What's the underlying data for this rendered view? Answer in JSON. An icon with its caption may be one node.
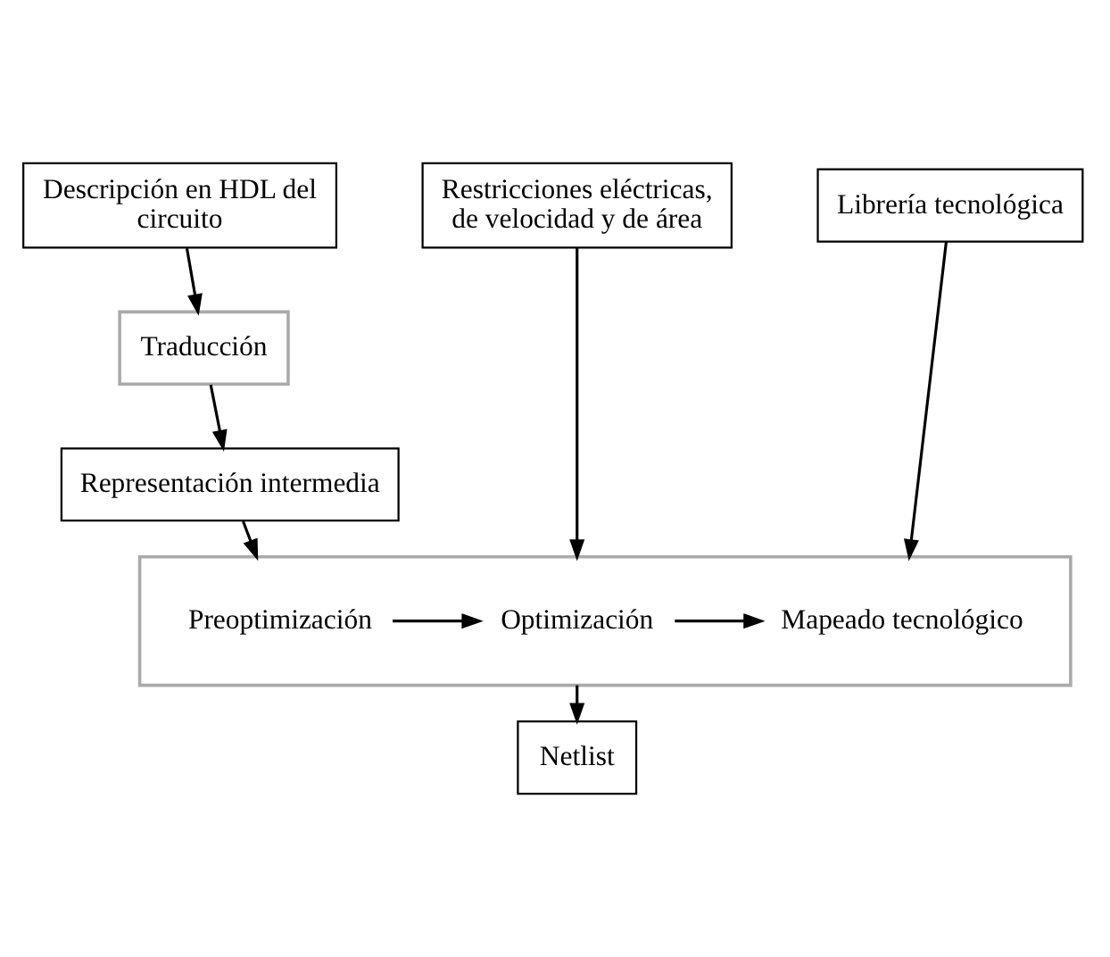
{
  "diagram": {
    "nodes": [
      {
        "text": [
          "Descripción en HDL del circuito"
        ]
      },
      {
        "text": [
          "Restricciones eléctricas, de velocidad y de área"
        ]
      },
      {
        "text": [
          "Librería tecnológica"
        ]
      },
      {
        "text": [
          "Traducción"
        ]
      },
      {
        "text": [
          "Representación intermedia"
        ]
      },
      {
        "text": [],
        "shape": "box"
      },
      {
        "text": [
          "Preoptimización"
        ],
        "in": 5
      },
      {
        "text": [
          "Optimización"
        ],
        "in": 5
      },
      {
        "text": [
          "Mapeado tecnológico"
        ],
        "in": 5
      },
      {
        "text": [
          "Netlist"
        ]
      }
    ],
    "edges": [
      {
        "from": 0,
        "to": 3,
        "arrow": "to"
      },
      {
        "from": 3,
        "to": 4,
        "arrow": "to"
      },
      {
        "from": 4,
        "to": 5,
        "arrow": "to"
      },
      {
        "from": 1,
        "to": 5,
        "arrow": "to"
      },
      {
        "from": 2,
        "to": 5,
        "arrow": "to"
      },
      {
        "from": 6,
        "to": 7,
        "arrow": "to"
      },
      {
        "from": 7,
        "to": 8,
        "arrow": "to"
      },
      {
        "from": 5,
        "to": 9,
        "arrow": "to"
      }
    ]
  }
}
